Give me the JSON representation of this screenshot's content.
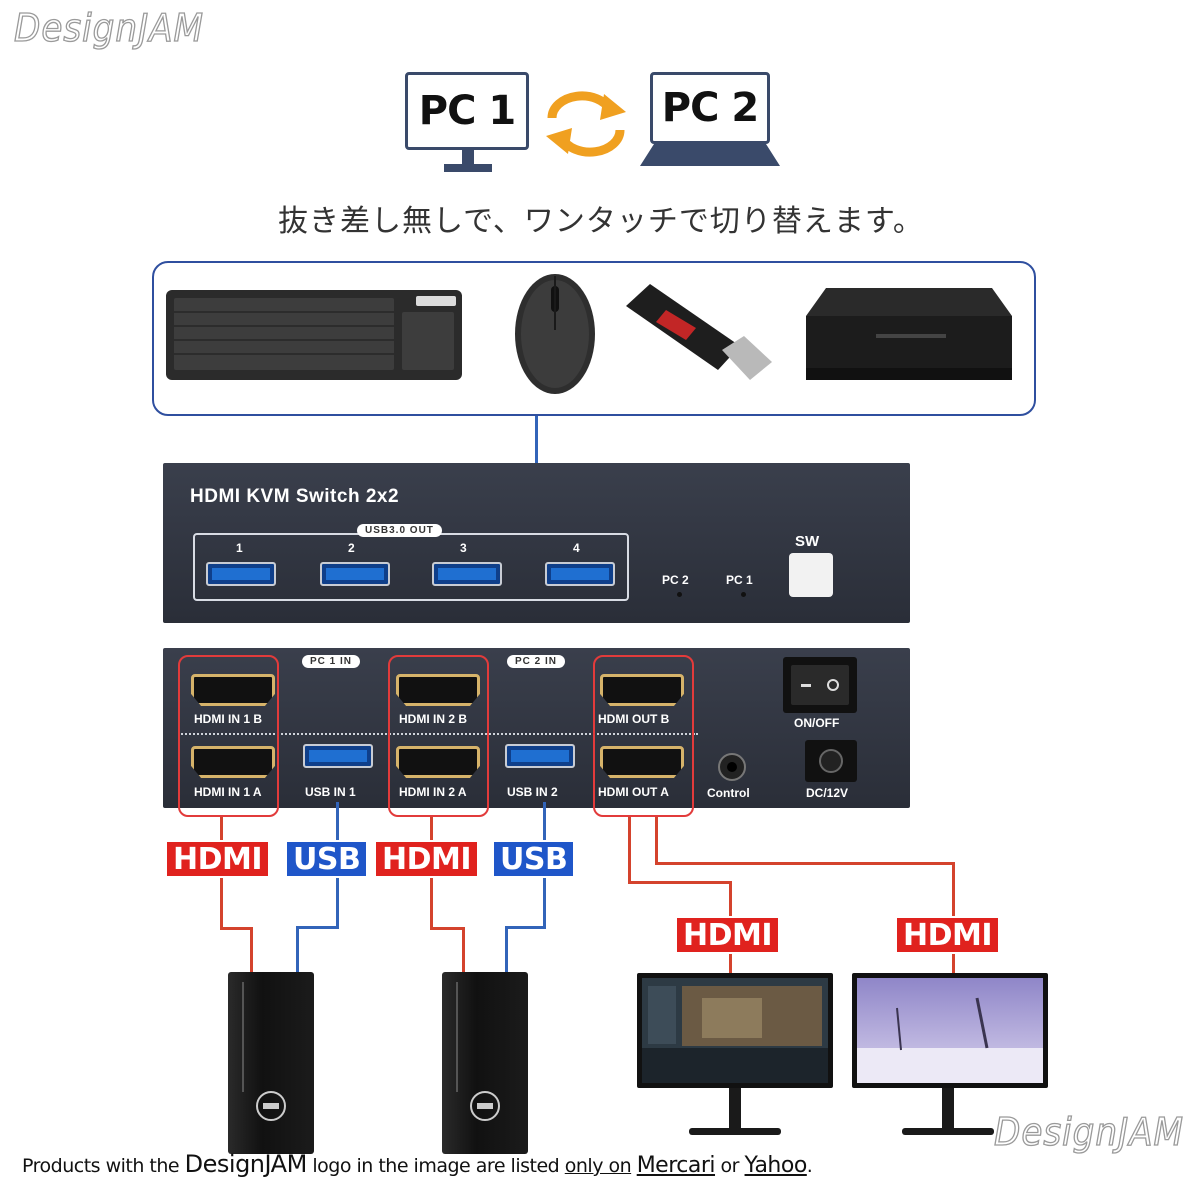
{
  "watermark": {
    "text": "DesignJAM"
  },
  "pc1": {
    "label": "PC 1"
  },
  "pc2": {
    "label": "PC 2"
  },
  "tagline": "抜き差し無しで、ワンタッチで切り替えます。",
  "peripherals": [
    "keyboard-icon",
    "mouse-icon",
    "usb-stick-icon",
    "printer-icon"
  ],
  "device_front": {
    "title": "HDMI KVM Switch 2x2",
    "usb_group_label": "USB3.0 OUT",
    "ports": [
      "1",
      "2",
      "3",
      "4"
    ],
    "led_pc2": "PC 2",
    "led_pc1": "PC 1",
    "sw": "SW"
  },
  "device_back": {
    "pc1_in": "PC 1 IN",
    "pc2_in": "PC 2 IN",
    "hdmi_in_1b": "HDMI IN 1 B",
    "hdmi_in_1a": "HDMI IN 1 A",
    "usb_in_1": "USB IN 1",
    "hdmi_in_2b": "HDMI IN 2 B",
    "hdmi_in_2a": "HDMI IN 2 A",
    "usb_in_2": "USB IN 2",
    "hdmi_out_b": "HDMI OUT B",
    "hdmi_out_a": "HDMI OUT A",
    "control": "Control",
    "onoff": "ON/OFF",
    "dc": "DC/12V"
  },
  "cables": {
    "hdmi": "HDMI",
    "usb": "USB"
  },
  "colors": {
    "hdmi_red": "#e0221e",
    "usb_blue": "#1f56c9",
    "panel_outline": "#2f4f9f",
    "arrow_orange": "#f0a020"
  },
  "footer": {
    "p1": "Products with the ",
    "brand": "DesignJAM",
    "p2": " logo in the image are listed ",
    "only": "only on",
    "p3": " ",
    "mercari": "Mercari",
    "p4": " or ",
    "yahoo": "Yahoo",
    "p5": "."
  }
}
